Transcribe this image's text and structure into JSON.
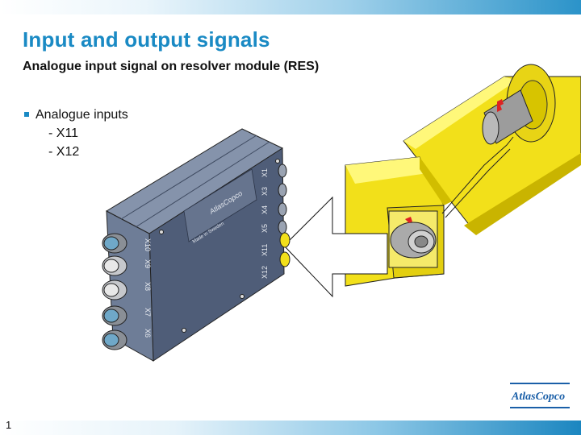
{
  "header": {
    "title": "Input and output signals",
    "subtitle": "Analogue input signal on resolver module (RES)"
  },
  "content": {
    "bullet": "Analogue inputs",
    "sub_items": [
      "- X11",
      "- X12"
    ]
  },
  "module": {
    "connectors_right": [
      "X1",
      "X3",
      "X4",
      "X5",
      "X11",
      "X12"
    ],
    "connectors_left": [
      "X10",
      "X9",
      "X8",
      "X7",
      "X6"
    ],
    "brand": "AtlasCopco",
    "made_in": "Made in Sweden"
  },
  "footer": {
    "page_number": "1",
    "logo_text": "AtlasCopco"
  },
  "colors": {
    "accent": "#1a8ac4",
    "module_body": "#4f5d78",
    "motor_yellow": "#f2e01a"
  }
}
